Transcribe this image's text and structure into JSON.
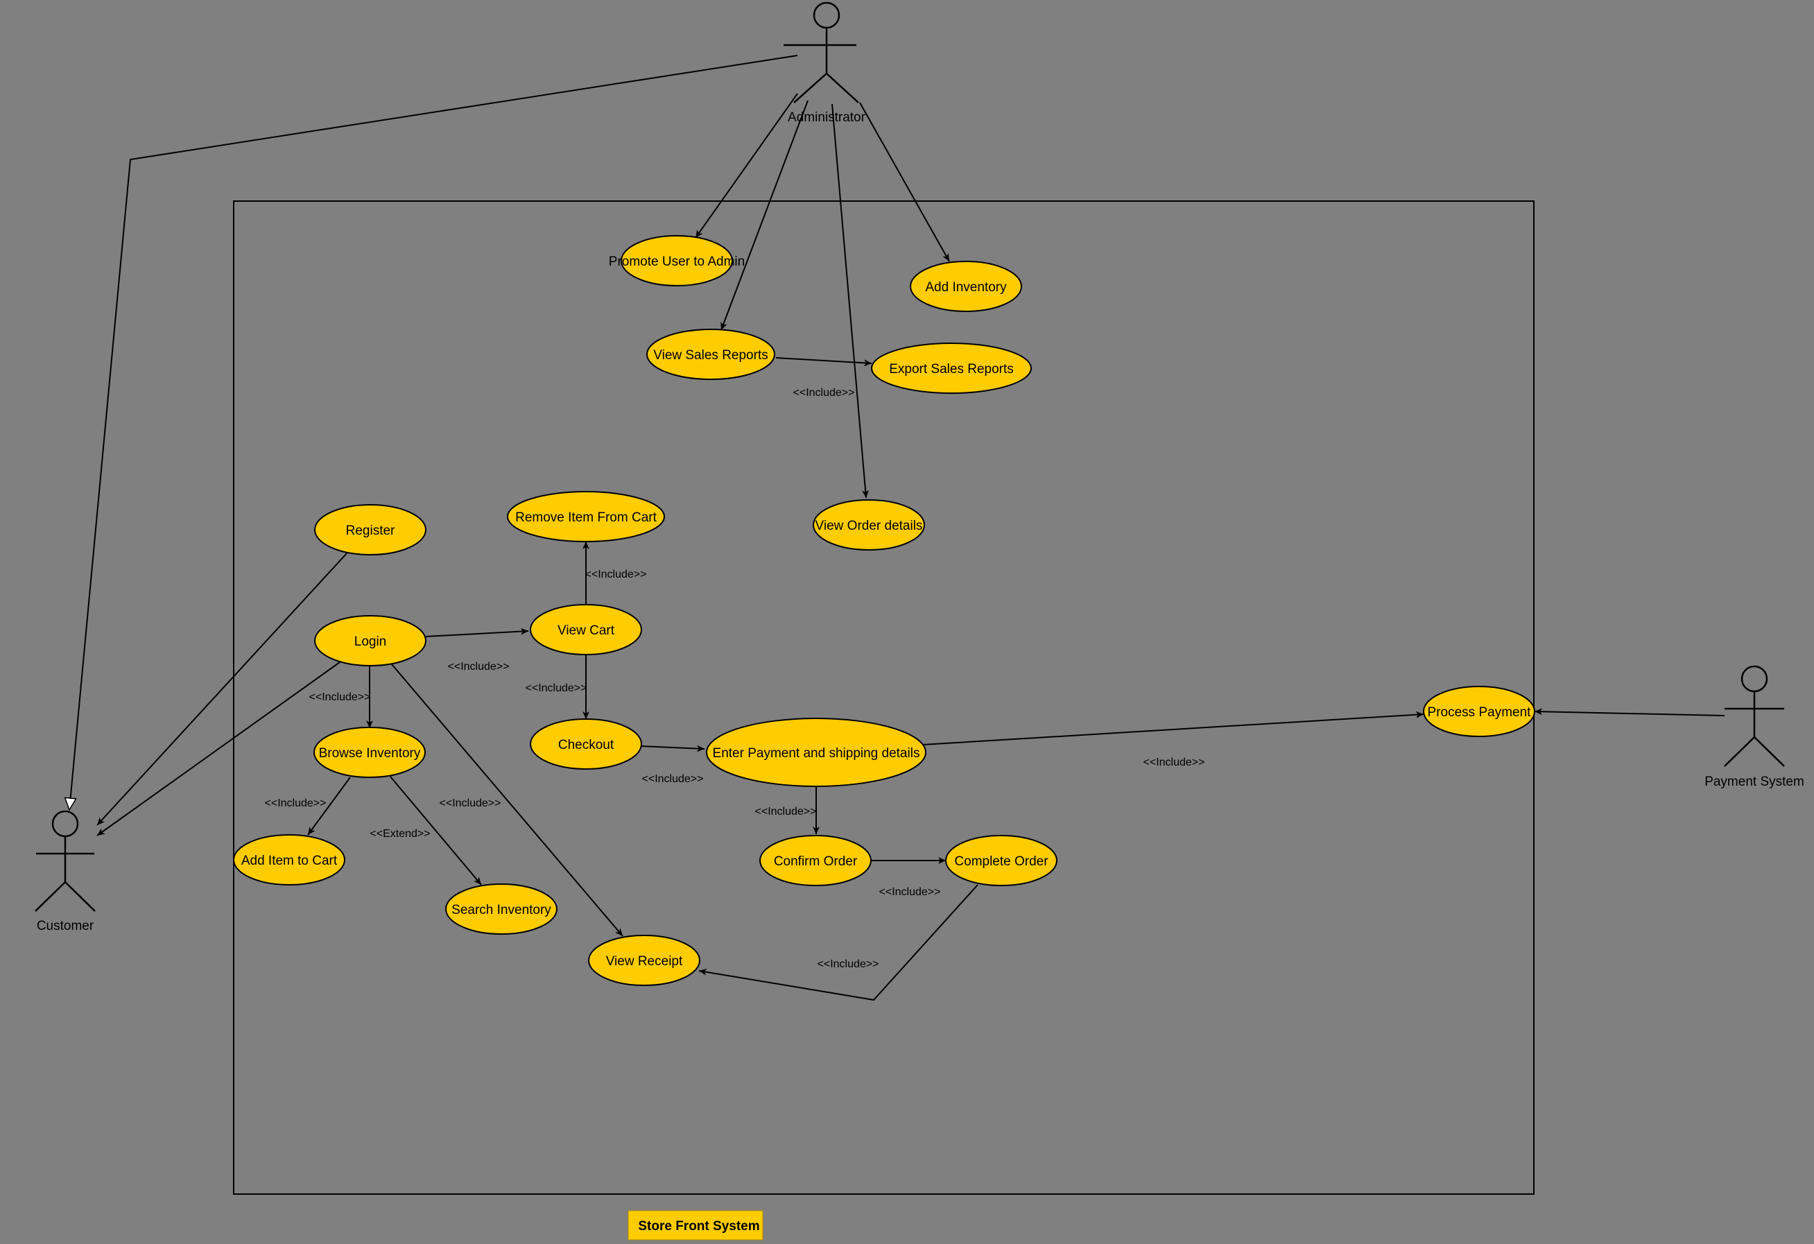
{
  "actors": {
    "administrator": "Administrator",
    "customer": "Customer",
    "payment_system": "Payment System"
  },
  "system": {
    "title": "Store Front System"
  },
  "use_cases": {
    "promote_user": "Promote User to Admin",
    "add_inventory": "Add Inventory",
    "view_sales_reports": "View Sales Reports",
    "export_sales_reports": "Export Sales Reports",
    "view_order_details": "View Order details",
    "register": "Register",
    "remove_item": "Remove Item From Cart",
    "login": "Login",
    "view_cart": "View Cart",
    "checkout": "Checkout",
    "enter_payment": "Enter Payment and shipping details",
    "process_payment": "Process Payment",
    "browse_inventory": "Browse Inventory",
    "add_item": "Add Item to Cart",
    "search_inventory": "Search Inventory",
    "confirm_order": "Confirm Order",
    "complete_order": "Complete Order",
    "view_receipt": "View Receipt"
  },
  "stereotypes": {
    "include": "<<Include>>",
    "extend": "<<Extend>>"
  },
  "colors": {
    "background": "#808080",
    "use_case_fill": "#FFCC00",
    "line": "#000000"
  }
}
